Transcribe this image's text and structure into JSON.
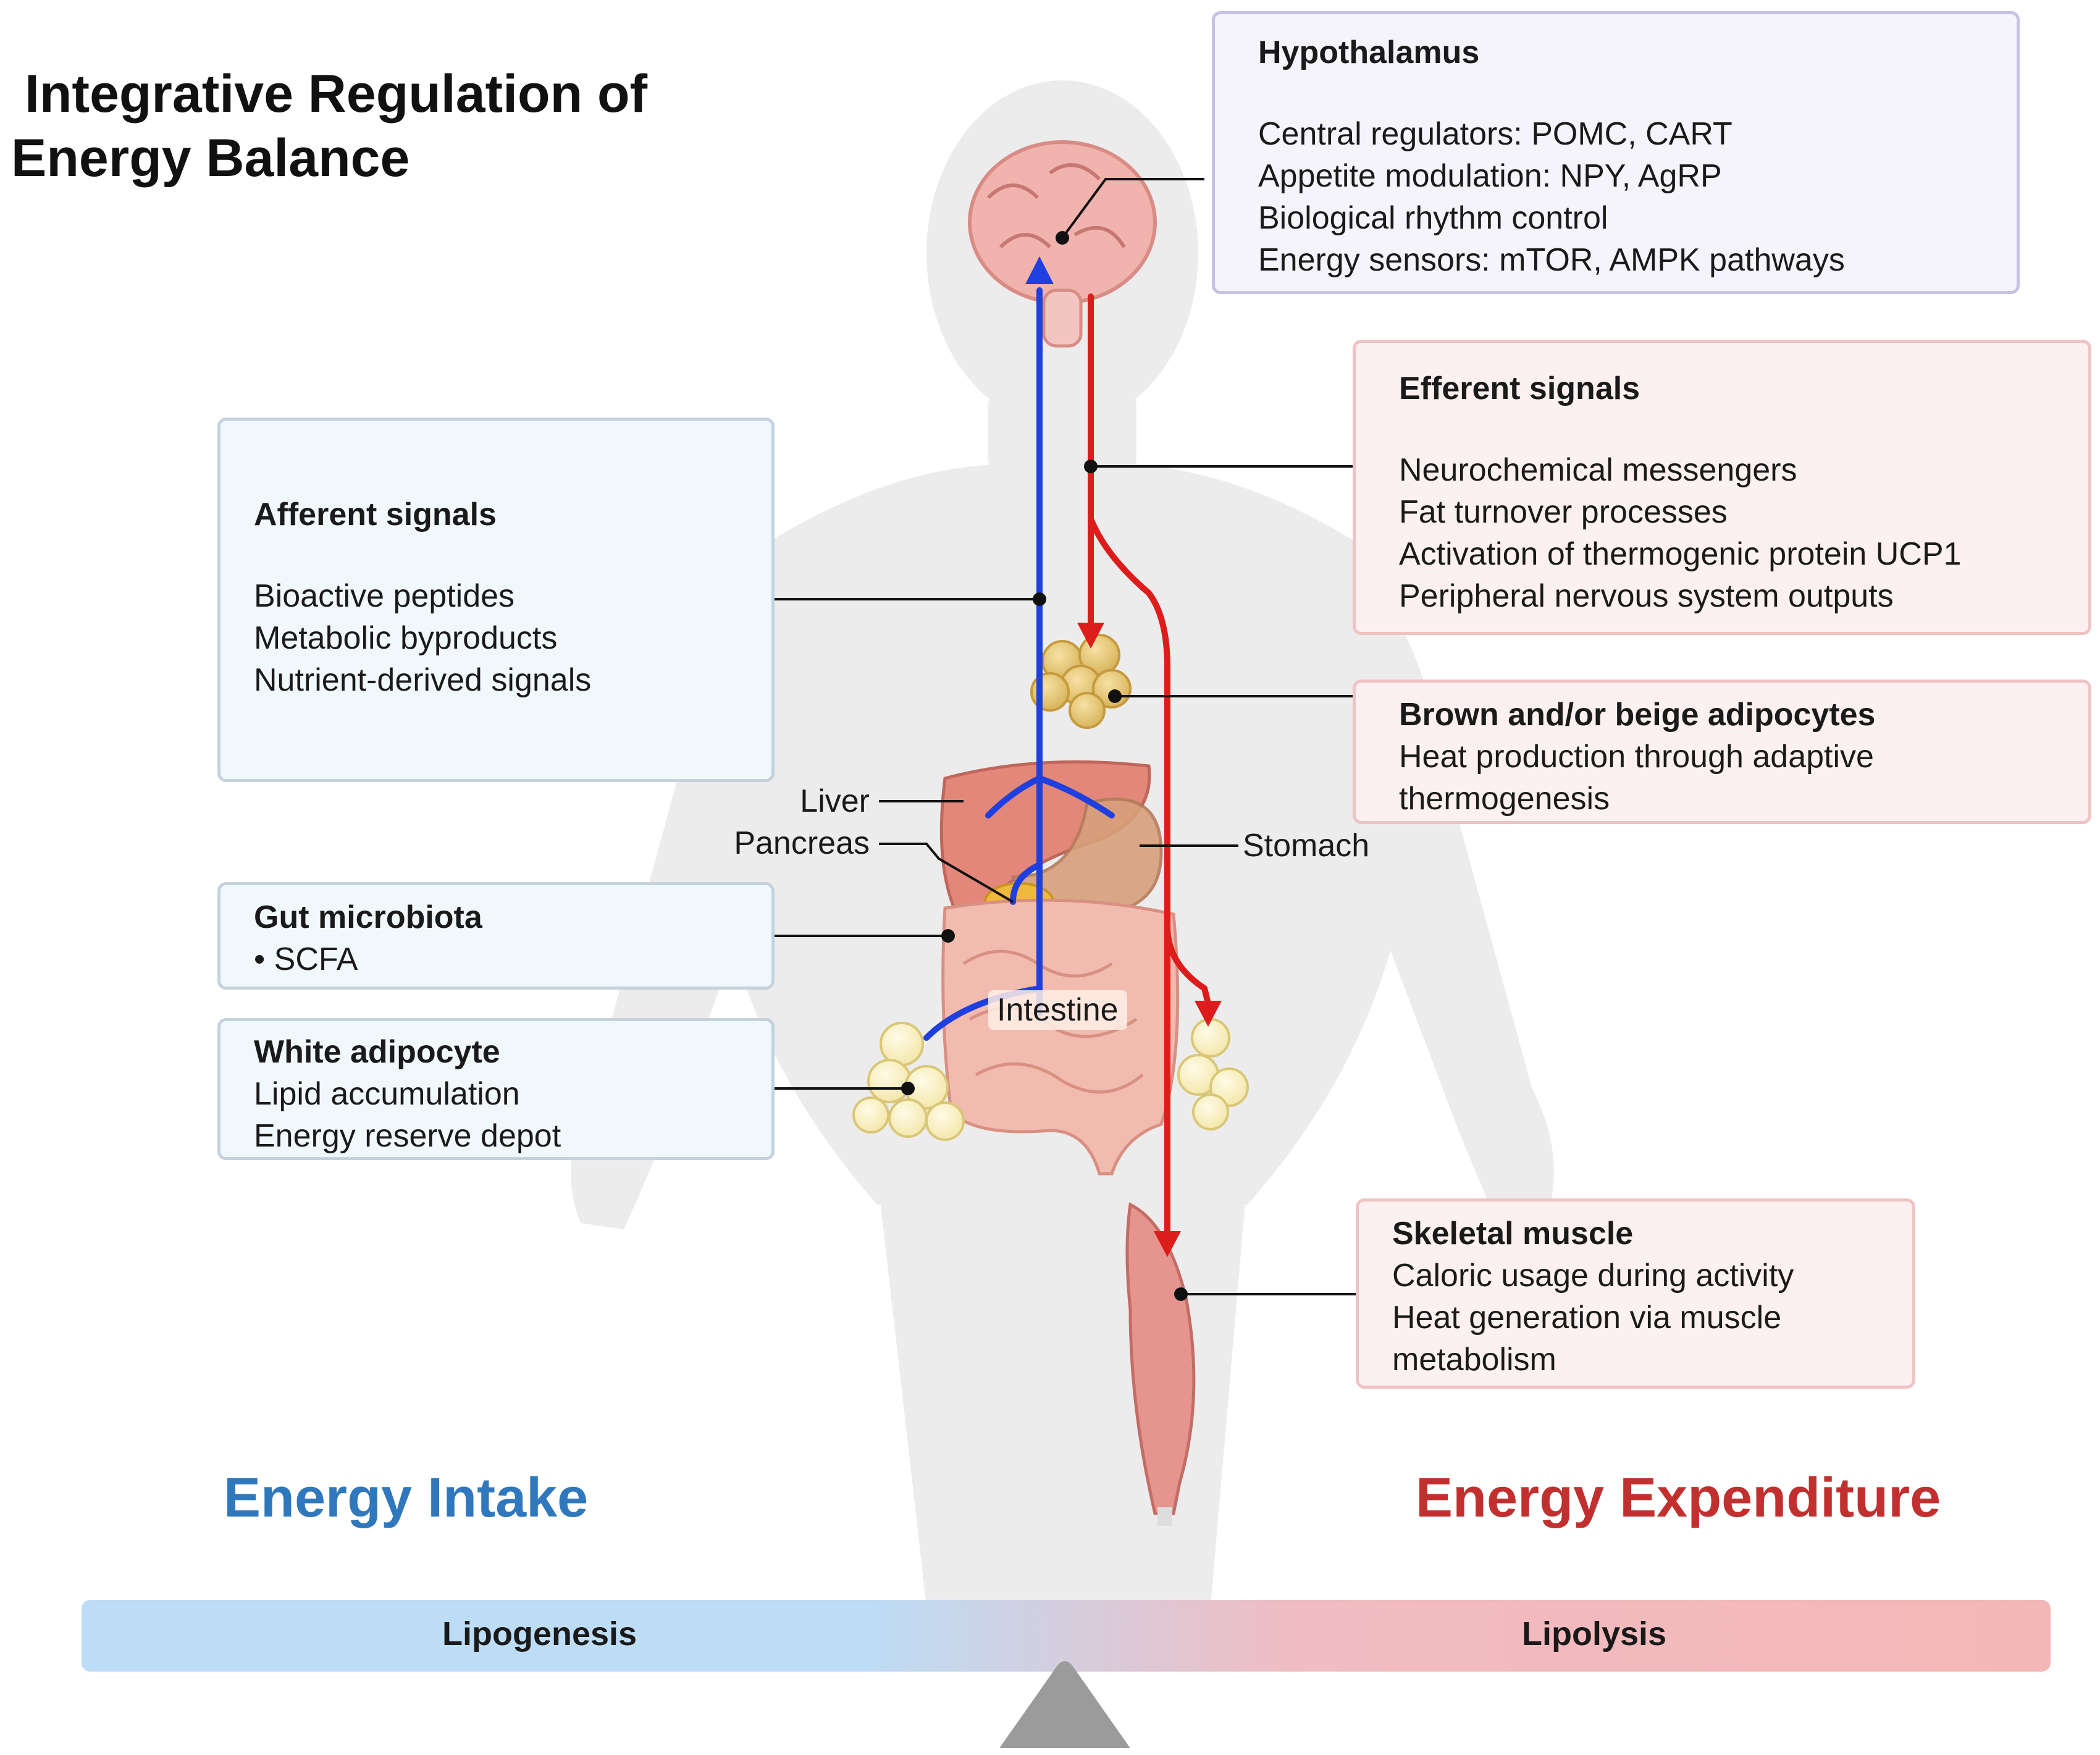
{
  "title": [
    "Integrative Regulation of",
    "Energy Balance"
  ],
  "boxes": {
    "hypothalamus": {
      "heading": "Hypothalamus",
      "lines": [
        "Central regulators: POMC, CART",
        "Appetite modulation: NPY, AgRP",
        "Biological rhythm control",
        "Energy sensors: mTOR, AMPK pathways"
      ]
    },
    "efferent": {
      "heading": "Efferent signals",
      "lines": [
        "Neurochemical messengers",
        "Fat turnover processes",
        "Activation of thermogenic protein UCP1",
        "Peripheral nervous system outputs"
      ]
    },
    "brown": {
      "heading": "Brown and/or beige adipocytes",
      "lines": [
        "Heat production through adaptive",
        "thermogenesis"
      ]
    },
    "afferent": {
      "heading": "Afferent signals",
      "lines": [
        "Bioactive peptides",
        "Metabolic byproducts",
        "Nutrient-derived signals"
      ]
    },
    "gut": {
      "heading": "Gut microbiota",
      "lines": [
        "• SCFA"
      ]
    },
    "white": {
      "heading": "White adipocyte",
      "lines": [
        "Lipid accumulation",
        "Energy reserve depot"
      ]
    },
    "muscle": {
      "heading": "Skeletal muscle",
      "lines": [
        "Caloric usage during activity",
        "Heat generation via muscle",
        "metabolism"
      ]
    }
  },
  "organ_labels": {
    "liver": "Liver",
    "pancreas": "Pancreas",
    "stomach": "Stomach",
    "intestine": "Intestine"
  },
  "energy_intake": "Energy Intake",
  "energy_expenditure": "Energy Expenditure",
  "balance_bar": {
    "left": "Lipogenesis",
    "right": "Lipolysis"
  },
  "colors": {
    "afferent_arrow": "#1f3fe0",
    "efferent_arrow": "#dd1c1c",
    "energy_intake": "#2f78bd",
    "energy_expenditure": "#c1302e",
    "bar_left": "#bddcf5",
    "bar_right": "#f4b7b7",
    "fulcrum": "#9b9b9b"
  }
}
